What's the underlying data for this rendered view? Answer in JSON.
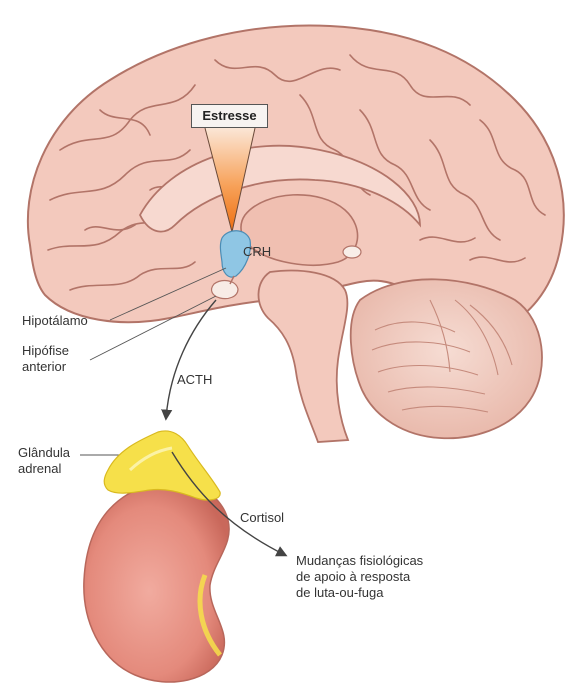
{
  "labels": {
    "stress": "Estresse",
    "crh": "CRH",
    "hypothalamus": "Hipotálamo",
    "pituitary_line1": "Hipófise",
    "pituitary_line2": "anterior",
    "acth": "ACTH",
    "adrenal_line1": "Glândula",
    "adrenal_line2": "adrenal",
    "cortisol": "Cortisol",
    "changes_line1": "Mudanças fisiológicas",
    "changes_line2": "de apoio à resposta",
    "changes_line3": "de luta-ou-fuga"
  },
  "colors": {
    "brain_fill": "#f3c9bd",
    "brain_stroke": "#b27468",
    "hypothalamus_blue": "#8fc6e4",
    "stress_orange": "#f07a1c",
    "adrenal_yellow": "#f6e04a",
    "kidney_fill": "#e8897b",
    "leader_line": "#444444"
  }
}
